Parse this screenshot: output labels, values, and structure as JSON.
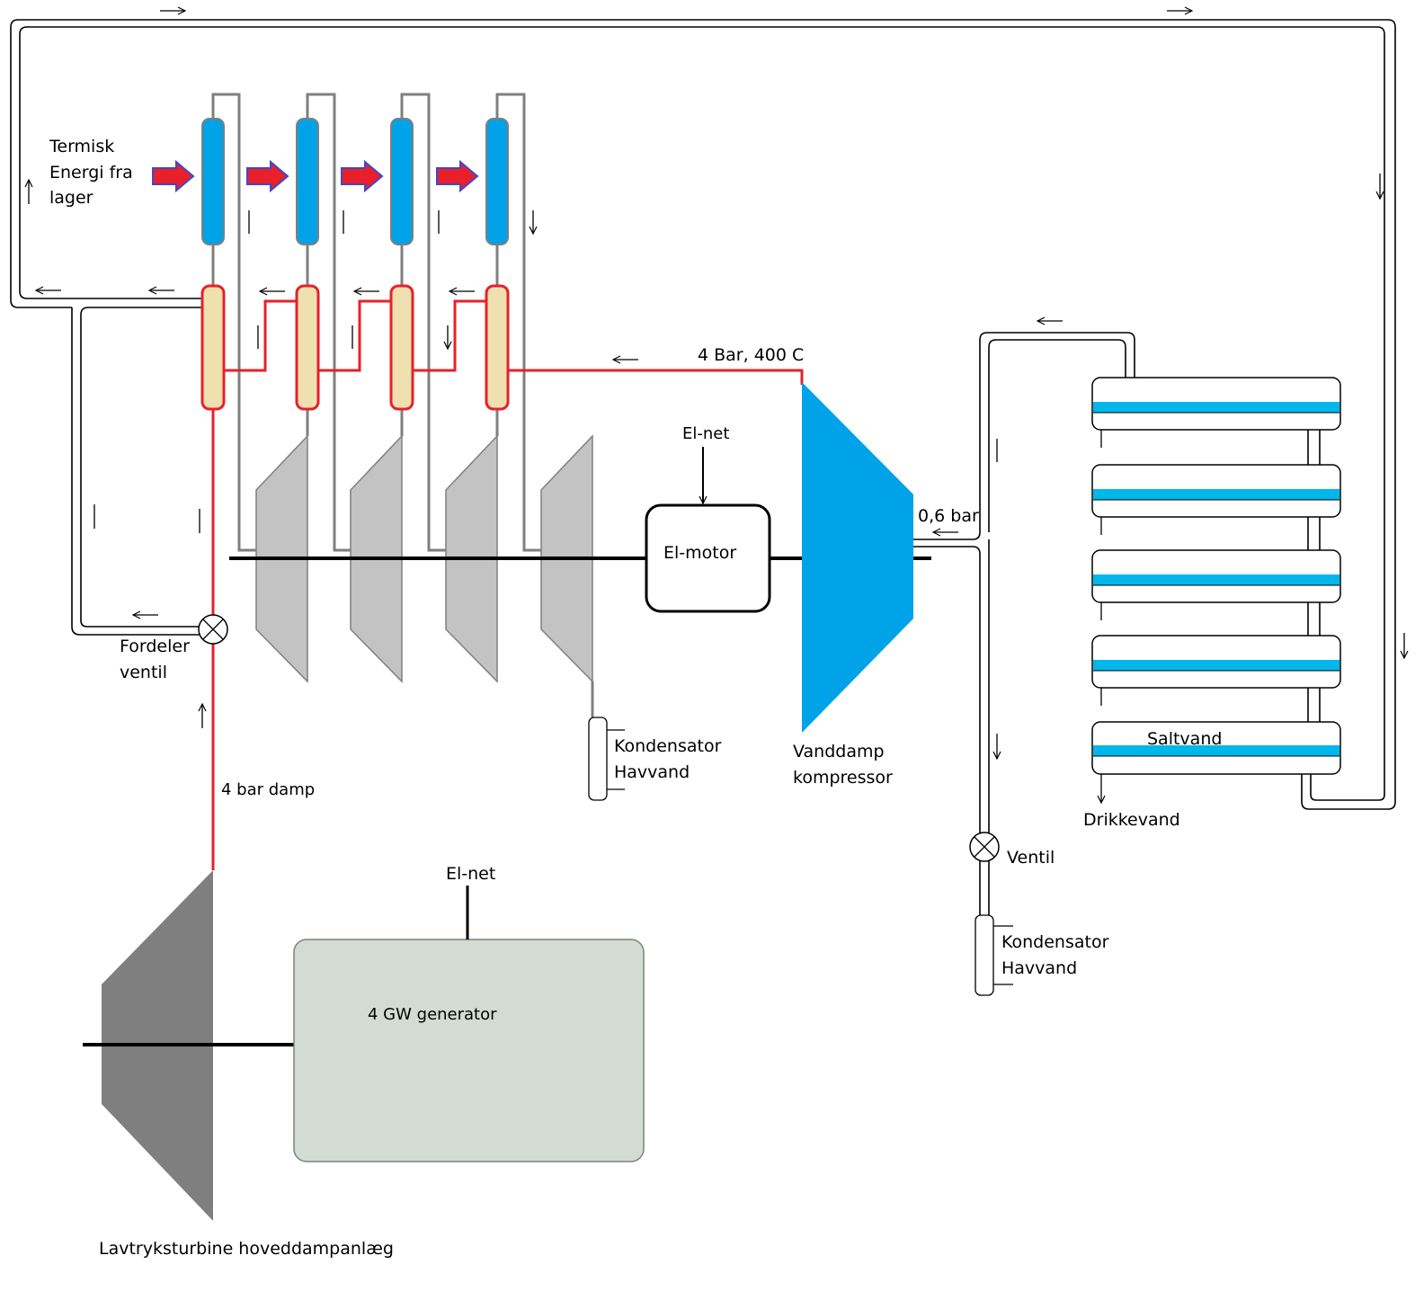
{
  "labels": {
    "thermal_source": [
      "Termisk",
      "Energi fra",
      "lager"
    ],
    "steam_line": "4 Bar, 400 C",
    "el_net_motor": "El-net",
    "el_motor": "El-motor",
    "low_pressure": "0,6 bar",
    "distributor_valve": [
      "Fordeler",
      "ventil"
    ],
    "condenser_1": [
      "Kondensator",
      "Havvand"
    ],
    "compressor": [
      "Vanddamp",
      "kompressor"
    ],
    "saltwater": "Saltvand",
    "drinking_water": "Drikkevand",
    "valve": "Ventil",
    "condenser_2": [
      "Kondensator",
      "Havvand"
    ],
    "steam_4bar": "4 bar damp",
    "el_net_generator": "El-net",
    "generator": "4 GW generator",
    "main_turbine": "Lavtryksturbine hoveddampanlæg"
  },
  "colors": {
    "heater": "#00a2e8",
    "exchanger_fill": "#efe0b0",
    "steam_red": "#e8202a",
    "turbine_gray": "#c3c3c3",
    "main_turbine": "#7f7f7f",
    "generator": "#d3dcd3",
    "compressor": "#00a2e8",
    "tank_water": "#00b7eb"
  }
}
